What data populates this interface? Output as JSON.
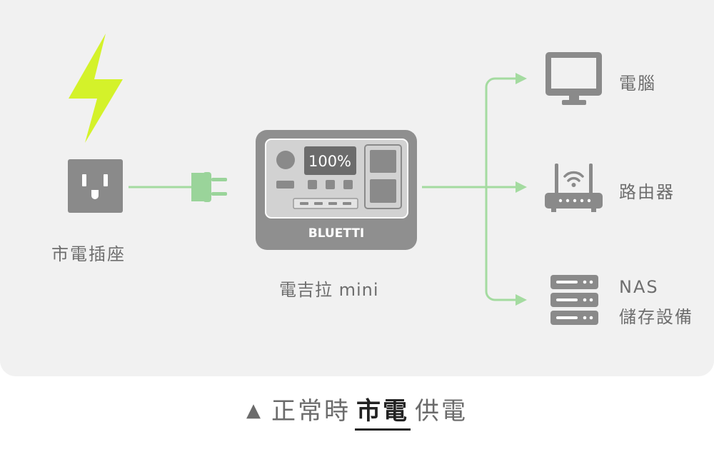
{
  "nodes": {
    "outlet_label": "市電插座",
    "station_label": "電吉拉 mini",
    "station_brand": "BLUETTI",
    "battery_display": "100%",
    "computer_label": "電腦",
    "router_label": "路由器",
    "nas_label_line1": "NAS",
    "nas_label_line2": "儲存設備"
  },
  "caption": {
    "triangle": "▲",
    "prefix": "正常時",
    "emphasis": "市電",
    "suffix": "供電"
  },
  "colors": {
    "lightning": "#d4f22a",
    "line": "#a4dba0",
    "plug": "#9ad49a",
    "icon": "#8a8a8a"
  }
}
